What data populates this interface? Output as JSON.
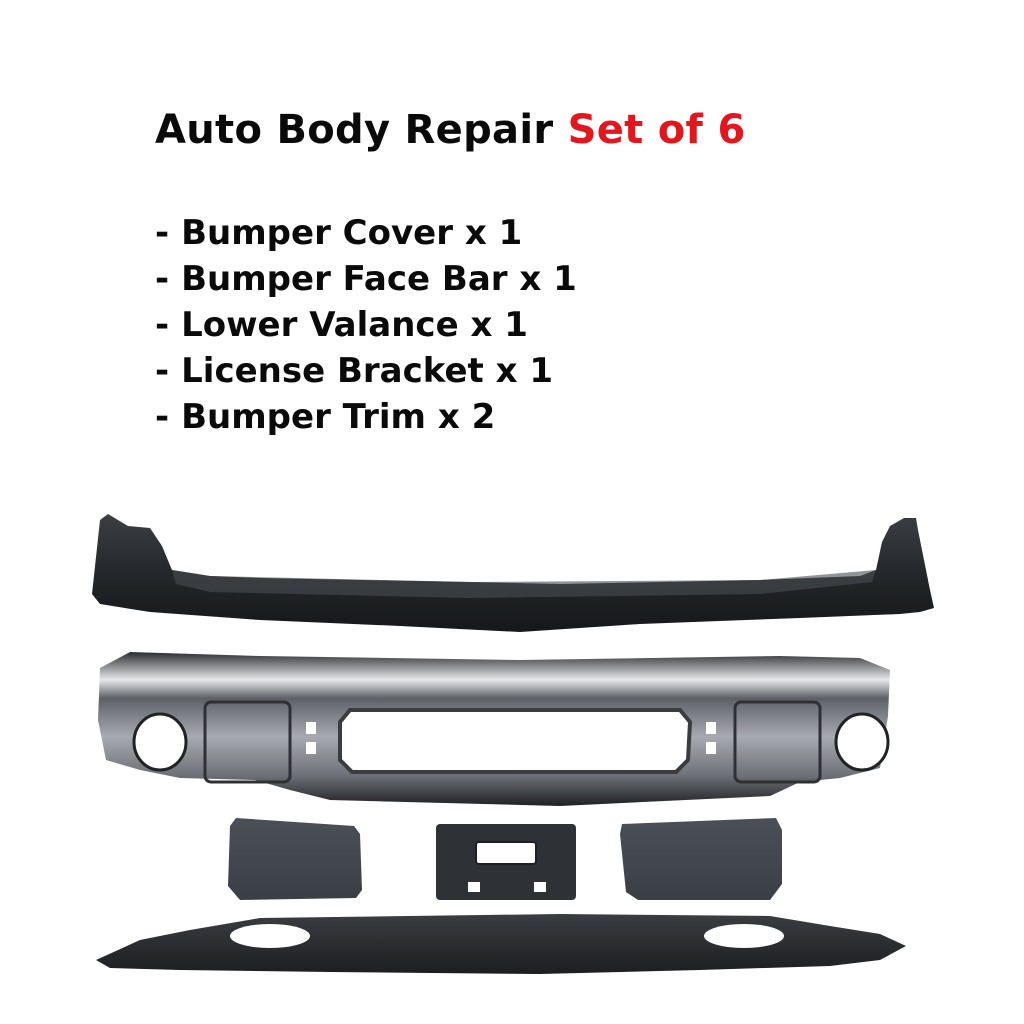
{
  "headline": {
    "main": "Auto Body Repair",
    "accent": "Set of 6",
    "accent_color": "#e3161d"
  },
  "parts": [
    "Bumper Cover x 1",
    "Bumper Face Bar x 1",
    "Lower Valance x 1",
    "License Bracket x 1",
    "Bumper Trim x 2"
  ],
  "product_photo": {
    "parts_shown": [
      "bumper-cover",
      "bumper-face-bar",
      "bumper-trim-left",
      "license-bracket",
      "bumper-trim-right",
      "lower-valance"
    ]
  }
}
